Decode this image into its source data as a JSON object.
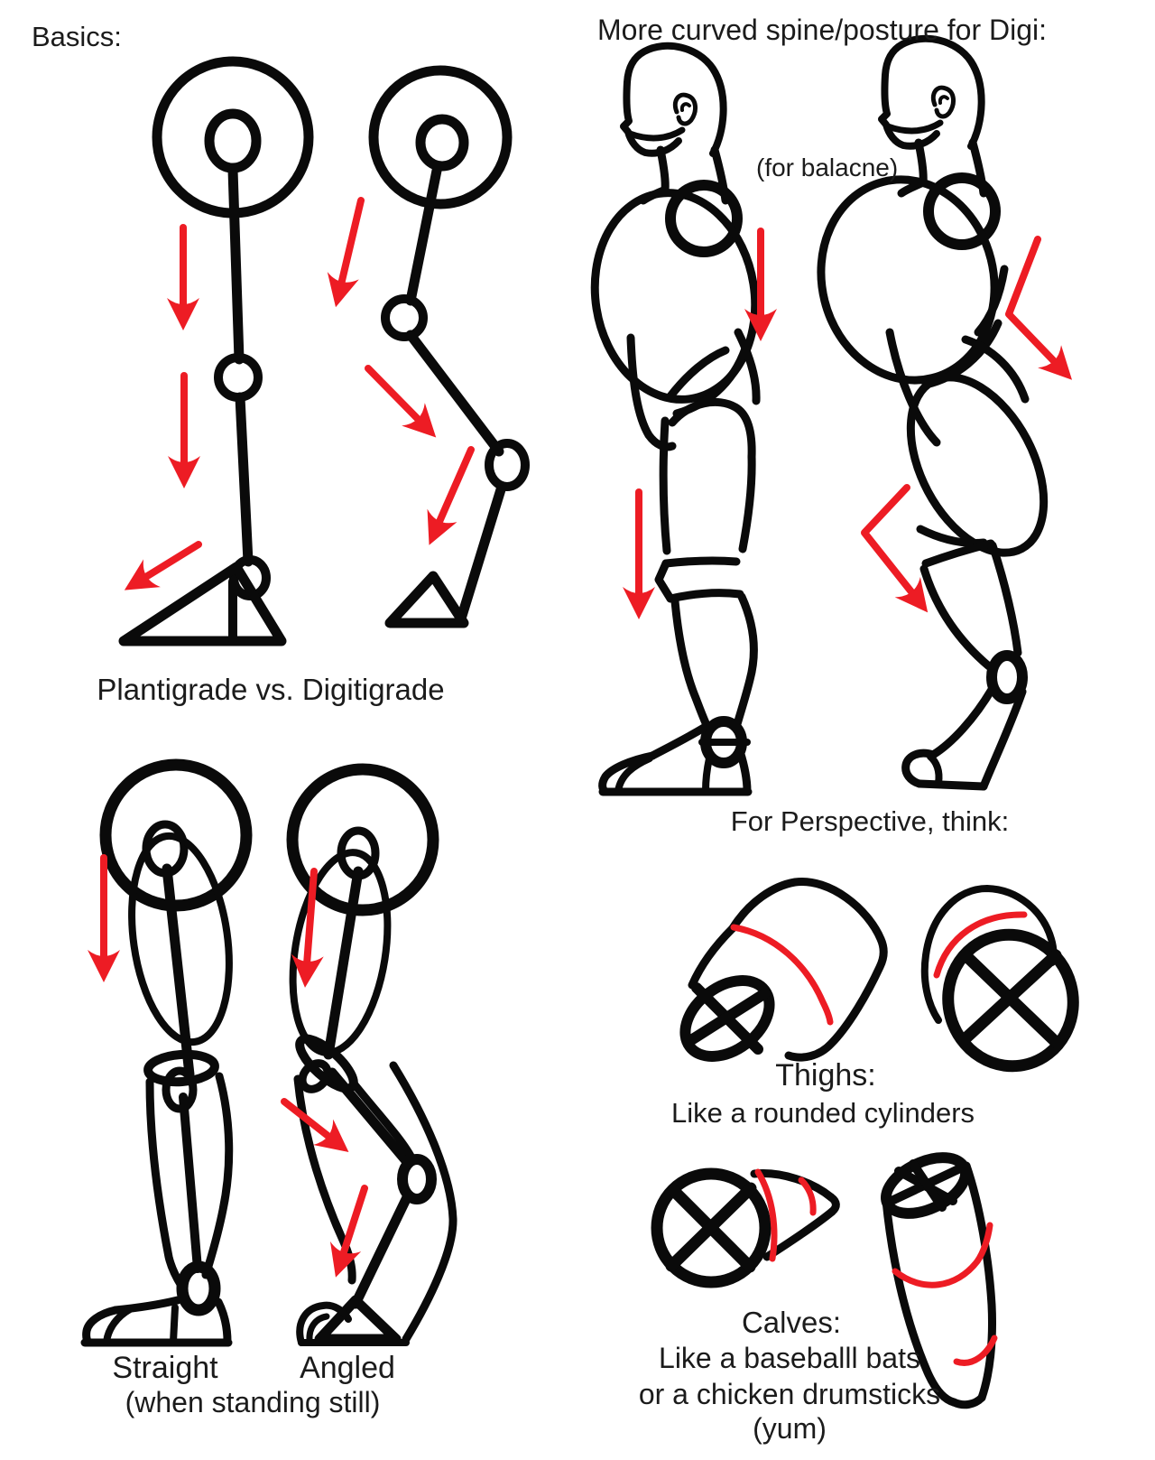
{
  "canvas": {
    "background": "#ffffff",
    "ink_color": "#0a0a0a",
    "accent_color": "#ed1c24"
  },
  "basics": {
    "title": "Basics:",
    "comparison_label": "Plantigrade vs. Digitigrade",
    "figures": [
      "plantigrade-stick-leg",
      "digitigrade-stick-leg"
    ]
  },
  "posture": {
    "title": "More curved spine/posture for Digi:",
    "note": "(for balacne)",
    "figures": [
      "side-body-straight",
      "side-body-digi"
    ]
  },
  "standing": {
    "straight_label": "Straight",
    "angled_label": "Angled",
    "note": "(when standing still)",
    "figures": [
      "fleshed-leg-straight",
      "fleshed-leg-angled"
    ]
  },
  "perspective": {
    "title": "For Perspective, think:",
    "thighs": {
      "heading": "Thighs:",
      "description": "Like a rounded cylinders",
      "figures": [
        "thigh-cylinder-side",
        "thigh-cylinder-front"
      ]
    },
    "calves": {
      "heading": "Calves:",
      "lines": [
        "Like a baseballl bats",
        "or a chicken drumsticks",
        "(yum)"
      ],
      "figures": [
        "calf-chicken-drumstick",
        "calf-baseball-bat"
      ]
    }
  }
}
